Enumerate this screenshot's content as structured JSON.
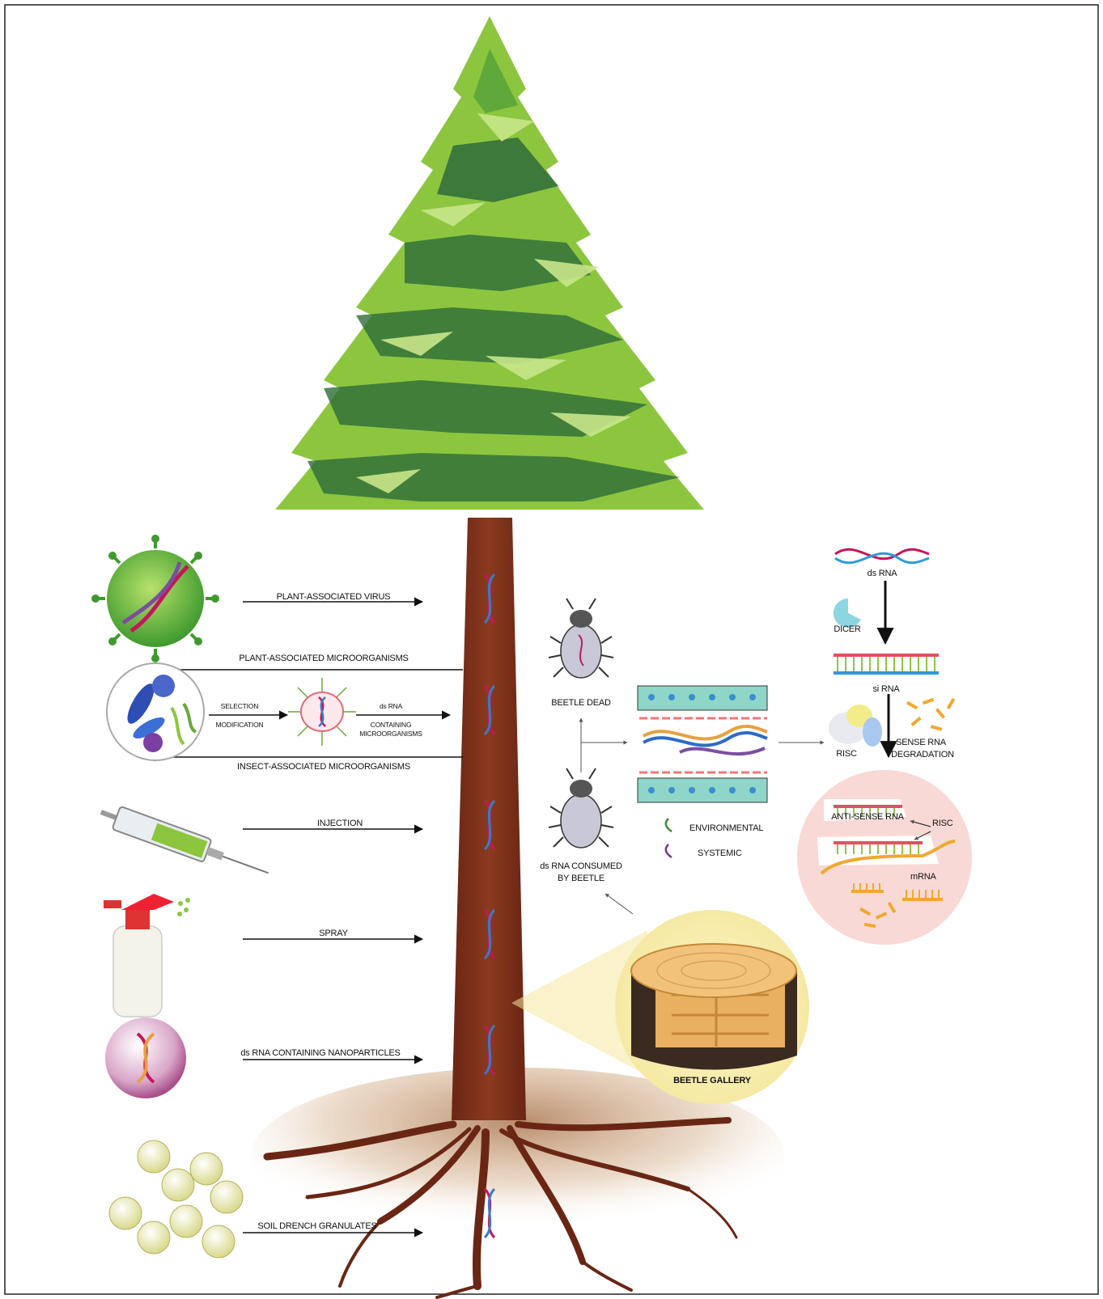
{
  "delivery_methods": [
    {
      "id": "virus",
      "label": "PLANT-ASSOCIATED VIRUS",
      "icon": "virus-icon"
    },
    {
      "id": "plant-micro",
      "label": "PLANT-ASSOCIATED MICROORGANISMS",
      "icon": "microorganisms-icon"
    },
    {
      "id": "insect-micro",
      "label": "INSECT-ASSOCIATED MICROORGANISMS",
      "icon": "microorganisms-icon"
    },
    {
      "id": "injection",
      "label": "INJECTION",
      "icon": "syringe-icon"
    },
    {
      "id": "spray",
      "label": "SPRAY",
      "icon": "spray-bottle-icon"
    },
    {
      "id": "nano",
      "label": "ds RNA CONTAINING NANOPARTICLES",
      "icon": "nanoparticle-icon"
    },
    {
      "id": "soil",
      "label": "SOIL DRENCH GRANULATES",
      "icon": "granules-icon"
    }
  ],
  "micro_steps": {
    "selection": "SELECTION",
    "modification": "MODIFICATION",
    "dsrna": "ds RNA",
    "containing_line1": "CONTAINING",
    "containing_line2": "MICROORGANISMS"
  },
  "beetle": {
    "dead": "BEETLE DEAD",
    "consumed_line1": "ds RNA CONSUMED",
    "consumed_line2": "BY BEETLE",
    "gallery": "BEETLE GALLERY"
  },
  "gut_legend": {
    "environmental": "ENVIRONMENTAL",
    "systemic": "SYSTEMIC"
  },
  "rnai": {
    "dsrna": "ds RNA",
    "dicer": "DICER",
    "sirna": "si RNA",
    "risc": "RISC",
    "sense_line1": "SENSE RNA",
    "sense_line2": "DEGRADATION",
    "antisense": "ANTI-SENSE RNA",
    "risc2": "RISC",
    "mrna": "mRNA"
  },
  "colors": {
    "foliage_light": "#8cc63f",
    "foliage_mid": "#5fa83a",
    "foliage_dark": "#2e6b3a",
    "trunk": "#7a2e1a",
    "arrow": "#111111"
  }
}
